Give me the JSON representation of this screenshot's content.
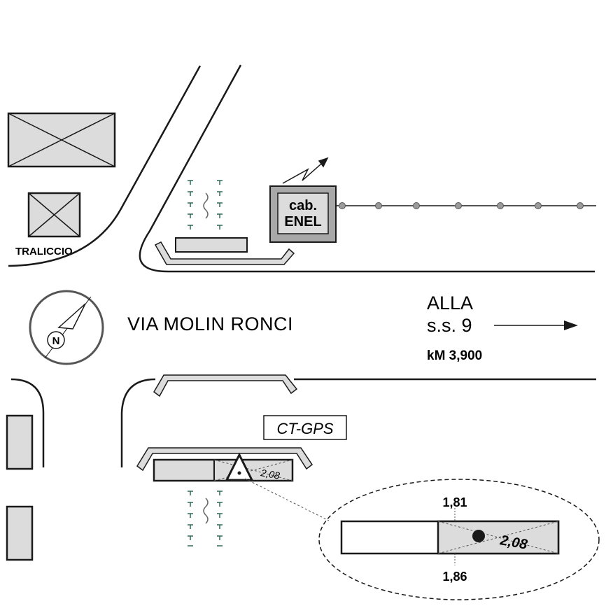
{
  "labels": {
    "street_name": "VIA MOLIN RONCI",
    "direction_line1": "ALLA",
    "direction_line2": "s.s. 9",
    "km_marker": "kM 3,900",
    "pylon": "TRALICCIO",
    "cabin_line1": "cab.",
    "cabin_line2": "ENEL",
    "station_id": "CT-GPS",
    "north_letter": "N"
  },
  "measurements": {
    "distance_small": "2,08",
    "distance_detail": "2,08",
    "top_offset": "1,81",
    "bottom_offset": "1,86"
  },
  "colors": {
    "line": "#1a1a1a",
    "fill_light": "#dcdcdc",
    "fill_mid": "#a8a8a8",
    "vegetation": "#2e6b55",
    "pole_marker": "#9a9a9a"
  },
  "icons": {
    "compass": "north-arrow-icon",
    "station": "survey-triangle-icon",
    "lightning": "power-symbol-icon"
  }
}
